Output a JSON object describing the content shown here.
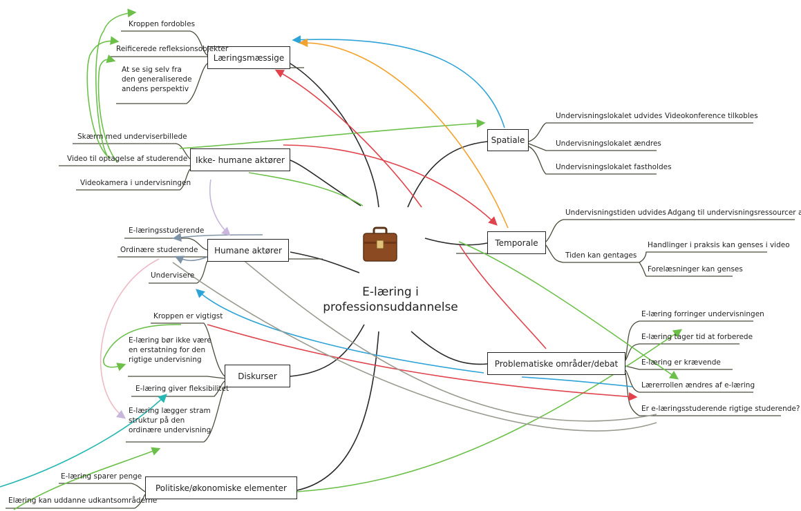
{
  "center": {
    "line1": "E-læring i",
    "line2": "professionsuddannelse",
    "icon": "briefcase-icon"
  },
  "branches": {
    "laering": {
      "title": "Læringsmæssige",
      "items": [
        "Kroppen fordobles",
        "Reificerede refleksionsobjekter",
        "At se sig selv fra den generaliserede andens perspektiv"
      ]
    },
    "ikke_humane": {
      "title": "Ikke- humane aktører",
      "items": [
        "Skærm med underviserbillede",
        "Video til optagelse af studerende",
        "Videokamera i undervisningen"
      ]
    },
    "humane": {
      "title": "Humane aktører",
      "items": [
        "E-læringsstuderende",
        "Ordinære studerende",
        "Undervisere"
      ]
    },
    "diskurser": {
      "title": "Diskurser",
      "items": [
        "Kroppen er vigtigst",
        "E-læring bør ikke være en erstatning for den rigtige undervisning",
        "E-læring giver fleksibilitet",
        "E-læring lægger stram struktur på den ordinære undervisning"
      ]
    },
    "politiske": {
      "title": "Politiske/økonomiske elementer",
      "items": [
        "E-læring sparer penge",
        "Elæring kan uddanne udkantsområderne"
      ]
    },
    "spatiale": {
      "title": "Spatiale",
      "items": [
        "Undervisningslokalet udvides",
        "Videokonference tilkobles",
        "Undervisningslokalet ændres",
        "Undervisningslokalet fastholdes"
      ]
    },
    "temporale": {
      "title": "Temporale",
      "items": [
        "Undervisningstiden udvides",
        "Adgang til undervisningsressourcer altid",
        "Tiden kan gentages",
        "Handlinger i praksis kan genses i video",
        "Forelæsninger kan genses"
      ]
    },
    "problem": {
      "title": "Problematiske områder/debat",
      "items": [
        "E-læring forringer undervisningen",
        "E-læring tager tid at forberede",
        "E-læring er krævende",
        "Lærerrollen ændres af e-læring",
        "Er e-læringsstuderende rigtige studerende?"
      ]
    }
  },
  "colors": {
    "green": "#6cc04a",
    "blue": "#2ea3d8",
    "orange": "#f4a22d",
    "red": "#e0434c",
    "grey": "#9a9a90",
    "slate": "#7f93a6",
    "lilac": "#c9b6dd",
    "pink": "#efb9c3",
    "teal": "#28b7b4",
    "line": "#2a2a2a",
    "underline": "#4a4a3a"
  }
}
